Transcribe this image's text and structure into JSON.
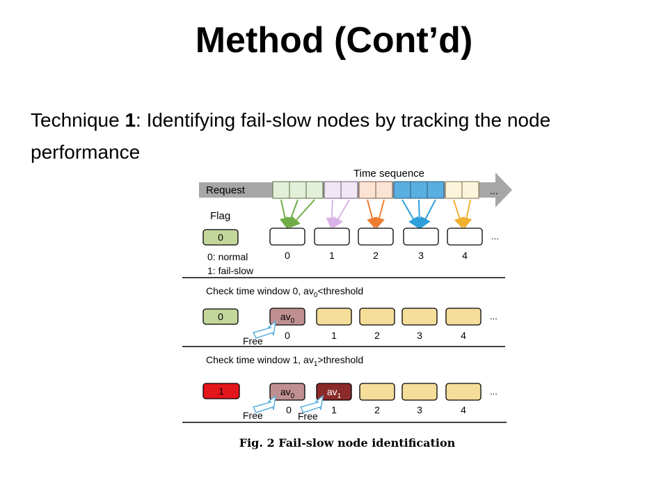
{
  "slide": {
    "title": "Method (Cont’d)",
    "technique_prefix": "Technique ",
    "technique_number": "1",
    "technique_text": ": Identifying fail-slow nodes by tracking the node performance"
  },
  "figure": {
    "time_sequence_label": "Time sequence",
    "request_label": "Request",
    "ellipsis": "...",
    "flag_label": "Flag",
    "flag_initial": "0",
    "legend_normal": "0: normal",
    "legend_failslow": "1: fail-slow",
    "node_indices": [
      "0",
      "1",
      "2",
      "3",
      "4"
    ],
    "window0_label": "Check time window 0, av",
    "window0_sub": "0",
    "window0_rest": "<threshold",
    "window0_flag": "0",
    "window1_label": "Check time window 1, av",
    "window1_sub": "1",
    "window1_rest": ">threshold",
    "window1_flag": "1",
    "av_text": "av",
    "av0_sub": "0",
    "av1_sub": "1",
    "free_label": "Free",
    "caption": "Fig. 2  Fail-slow node identification",
    "colors": {
      "green_flag": "#c3d69b",
      "red_flag": "#e3161c",
      "av0_fill": "#c09090",
      "av1_fill": "#8b2a2a",
      "node_fill": "#f5dd9a",
      "arrow_green": "#70ad47",
      "arrow_lilac": "#d9b3e6",
      "arrow_orange": "#ed7d31",
      "arrow_blue": "#2e9fd8",
      "arrow_yellow": "#f0b030",
      "free_arrow": "#5ab0dc",
      "request_gray": "#a6a6a6"
    }
  }
}
